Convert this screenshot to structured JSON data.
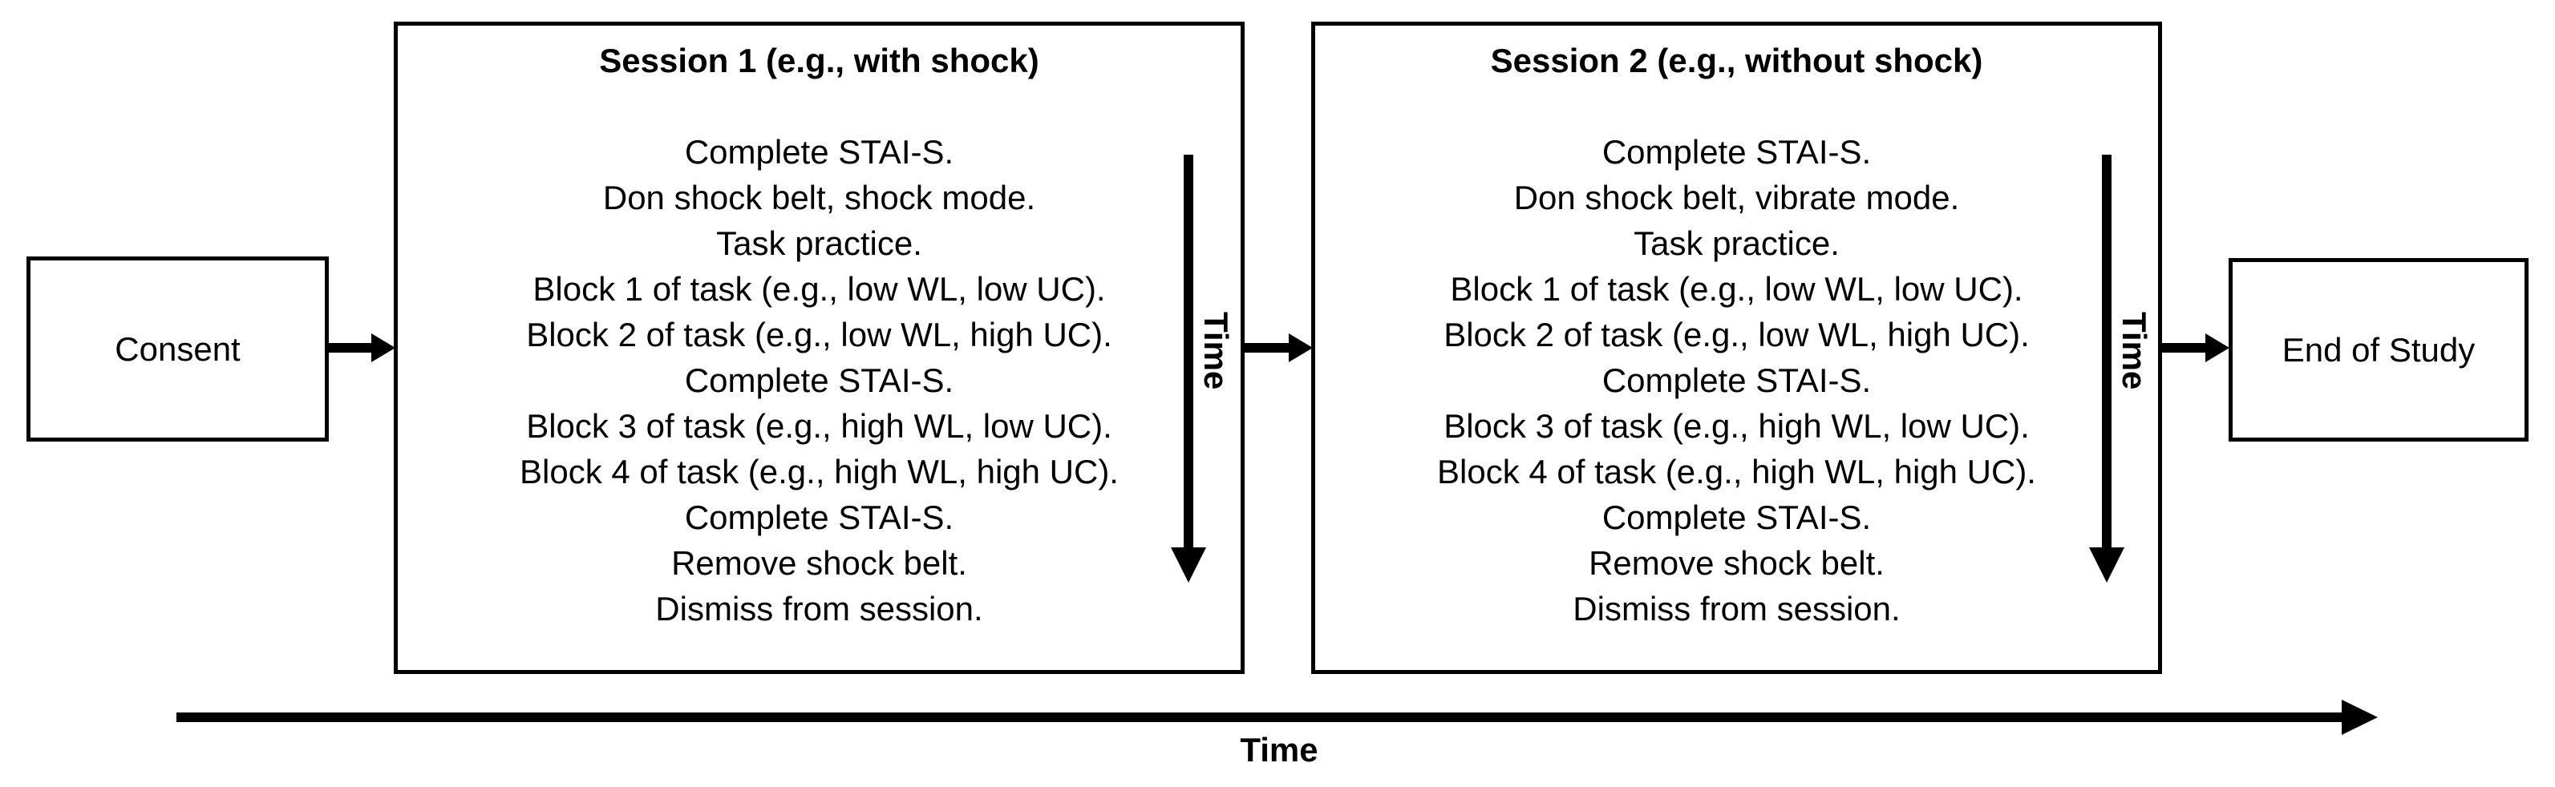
{
  "diagram": {
    "colors": {
      "ink": "#000000",
      "background": "#ffffff"
    },
    "start": {
      "label": "Consent"
    },
    "end": {
      "label": "End of Study"
    },
    "sessions": [
      {
        "title": "Session 1 (e.g., with shock)",
        "time_axis_label": "Time",
        "steps": [
          "Complete STAI-S.",
          "Don shock belt, shock mode.",
          "Task practice.",
          "Block 1 of task (e.g., low WL, low UC).",
          "Block 2 of task (e.g., low WL, high UC).",
          "Complete STAI-S.",
          "Block 3 of task (e.g., high WL, low UC).",
          "Block 4 of task (e.g., high WL, high UC).",
          "Complete STAI-S.",
          "Remove shock belt.",
          "Dismiss from session."
        ]
      },
      {
        "title": "Session 2 (e.g., without shock)",
        "time_axis_label": "Time",
        "steps": [
          "Complete STAI-S.",
          "Don shock belt, vibrate mode.",
          "Task practice.",
          "Block 1 of task (e.g., low WL, low UC).",
          "Block 2 of task (e.g., low WL, high UC).",
          "Complete STAI-S.",
          "Block 3 of task (e.g., high WL, low UC).",
          "Block 4 of task (e.g., high WL, high UC).",
          "Complete STAI-S.",
          "Remove shock belt.",
          "Dismiss from session."
        ]
      }
    ],
    "timeline": {
      "label": "Time"
    }
  }
}
